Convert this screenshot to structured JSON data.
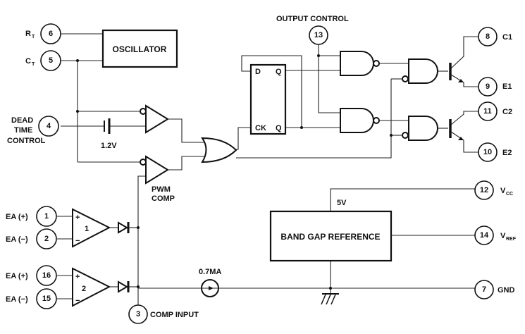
{
  "diagram": {
    "blocks": {
      "oscillator": "OSCILLATOR",
      "band_gap": "BAND GAP REFERENCE",
      "flipflop_d": "D",
      "flipflop_q1": "Q",
      "flipflop_ck": "CK",
      "flipflop_q2": "Q",
      "ea1": "1",
      "ea2": "2",
      "plus": "+",
      "minus": "−"
    },
    "labels": {
      "output_control": "OUTPUT CONTROL",
      "dead_time_1": "DEAD",
      "dead_time_2": "TIME",
      "dead_time_3": "CONTROL",
      "v12": "1.2V",
      "pwm_1": "PWM",
      "pwm_2": "COMP",
      "v5": "5V",
      "current": "0.7MA",
      "comp_input": "COMP INPUT"
    },
    "pins": {
      "rt": {
        "num": "6",
        "name": "R",
        "sub": "T"
      },
      "ct": {
        "num": "5",
        "name": "C",
        "sub": "T"
      },
      "dtc": {
        "num": "4"
      },
      "ea1p": {
        "num": "1",
        "name": "EA (+)"
      },
      "ea1m": {
        "num": "2",
        "name": "EA (−)"
      },
      "ea2p": {
        "num": "16",
        "name": "EA (+)"
      },
      "ea2m": {
        "num": "15",
        "name": "EA (−)"
      },
      "comp": {
        "num": "3"
      },
      "oc": {
        "num": "13"
      },
      "c1": {
        "num": "8",
        "name": "C1"
      },
      "e1": {
        "num": "9",
        "name": "E1"
      },
      "c2": {
        "num": "11",
        "name": "C2"
      },
      "e2": {
        "num": "10",
        "name": "E2"
      },
      "vcc": {
        "num": "12",
        "name": "V",
        "sub": "CC"
      },
      "vref": {
        "num": "14",
        "name": "V",
        "sub": "REF"
      },
      "gnd": {
        "num": "7",
        "name": "GND"
      }
    }
  }
}
